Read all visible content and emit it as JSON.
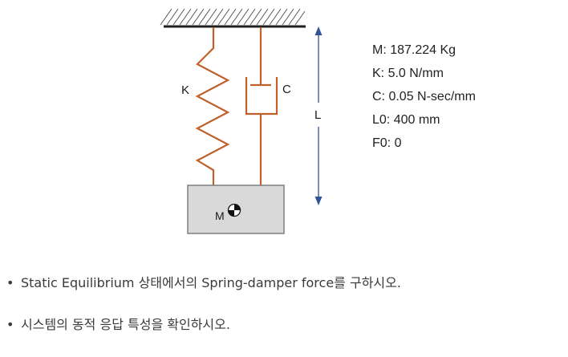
{
  "diagram": {
    "spring_label": "K",
    "damper_label": "C",
    "length_label": "L",
    "mass_label": "M",
    "colors": {
      "element": "#c0612b",
      "line": "#1f1f1f",
      "arrow": "#2f5597",
      "mass_fill": "#d9d9d9",
      "mass_border": "#7f7f7f"
    },
    "icons": [
      "center-of-mass-icon",
      "ground-hatch-icon"
    ]
  },
  "parameters": [
    {
      "text": "M: 187.224 Kg"
    },
    {
      "text": "K:  5.0 N/mm"
    },
    {
      "text": "C:  0.05 N-sec/mm"
    },
    {
      "text": "L0:  400 mm"
    },
    {
      "text": "F0:  0"
    }
  ],
  "bullets": [
    {
      "text": "Static Equilibrium 상태에서의 Spring-damper force를 구하시오."
    },
    {
      "text": "시스템의 동적 응답 특성을 확인하시오."
    }
  ]
}
